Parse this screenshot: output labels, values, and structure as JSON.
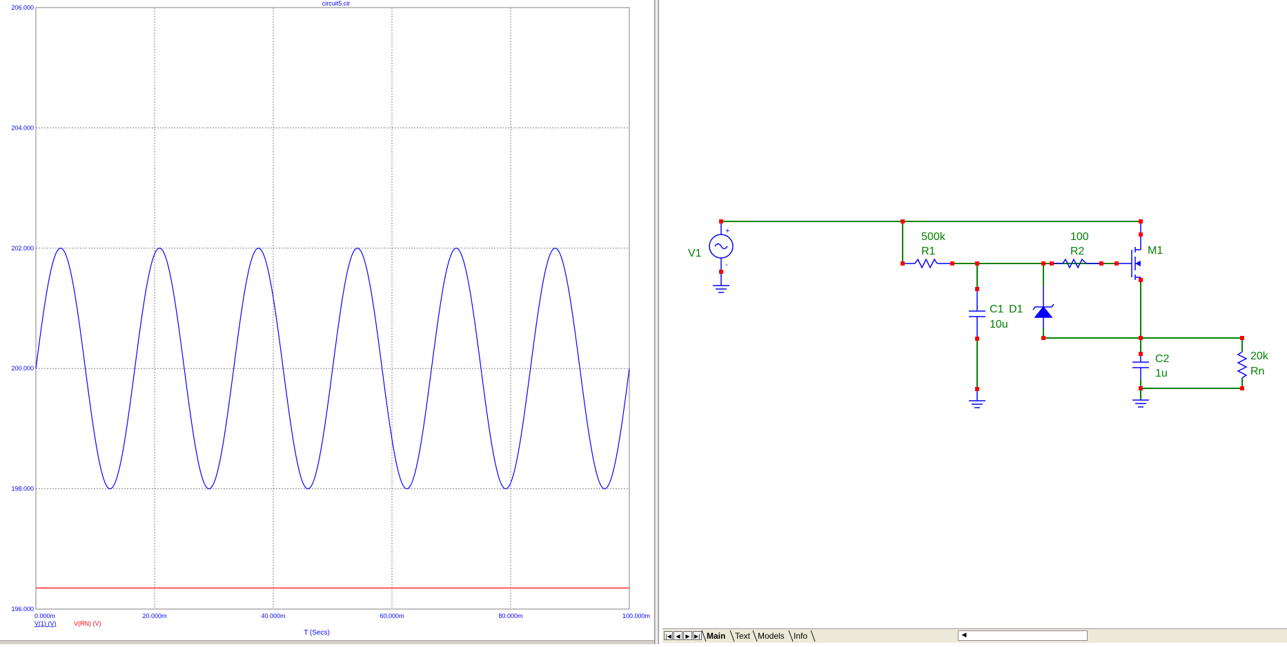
{
  "plot": {
    "title": "circuit5.cir",
    "x_axis_label": "T (Secs)",
    "y_ticks": [
      "206.000",
      "204.000",
      "202.000",
      "200.000",
      "198.000",
      "196.000"
    ],
    "x_ticks": [
      "0.000m",
      "20.000m",
      "40.000m",
      "60.000m",
      "80.000m",
      "100.000m"
    ],
    "traces": [
      {
        "label": "V(1) (V)",
        "color": "#0000ff"
      },
      {
        "label": "V(RN) (V)",
        "color": "#ff0000"
      }
    ]
  },
  "chart_data": {
    "type": "line",
    "title": "circuit5.cir",
    "xlabel": "T (Secs)",
    "ylabel": "",
    "xlim": [
      0,
      0.1
    ],
    "ylim": [
      196,
      206
    ],
    "grid": true,
    "series": [
      {
        "name": "V(1) (V)",
        "kind": "sine",
        "offset": 200,
        "amplitude": 2,
        "frequency_hz": 60,
        "color": "#0000ff"
      },
      {
        "name": "V(RN) (V)",
        "kind": "constant",
        "value": 196.35,
        "color": "#ff0000"
      }
    ]
  },
  "schematic": {
    "labels": {
      "v1": "V1",
      "r1_value": "500k",
      "r1": "R1",
      "r2_value": "100",
      "r2": "R2",
      "m1": "M1",
      "c1": "C1",
      "c1_value": "10u",
      "d1": "D1",
      "c2": "C2",
      "c2_value": "1u",
      "rn_value": "20k",
      "rn": "Rn",
      "plus": "+",
      "minus": "-"
    },
    "colors": {
      "wire": "#008000",
      "component": "#0000ff",
      "node": "#ff0000",
      "label": "#008000"
    }
  },
  "tabs": {
    "items": [
      "Main",
      "Text",
      "Models",
      "Info"
    ],
    "active": "Main",
    "nav": [
      "|◀",
      "◀",
      "▶",
      "▶|"
    ],
    "scroll_left": "◀"
  }
}
